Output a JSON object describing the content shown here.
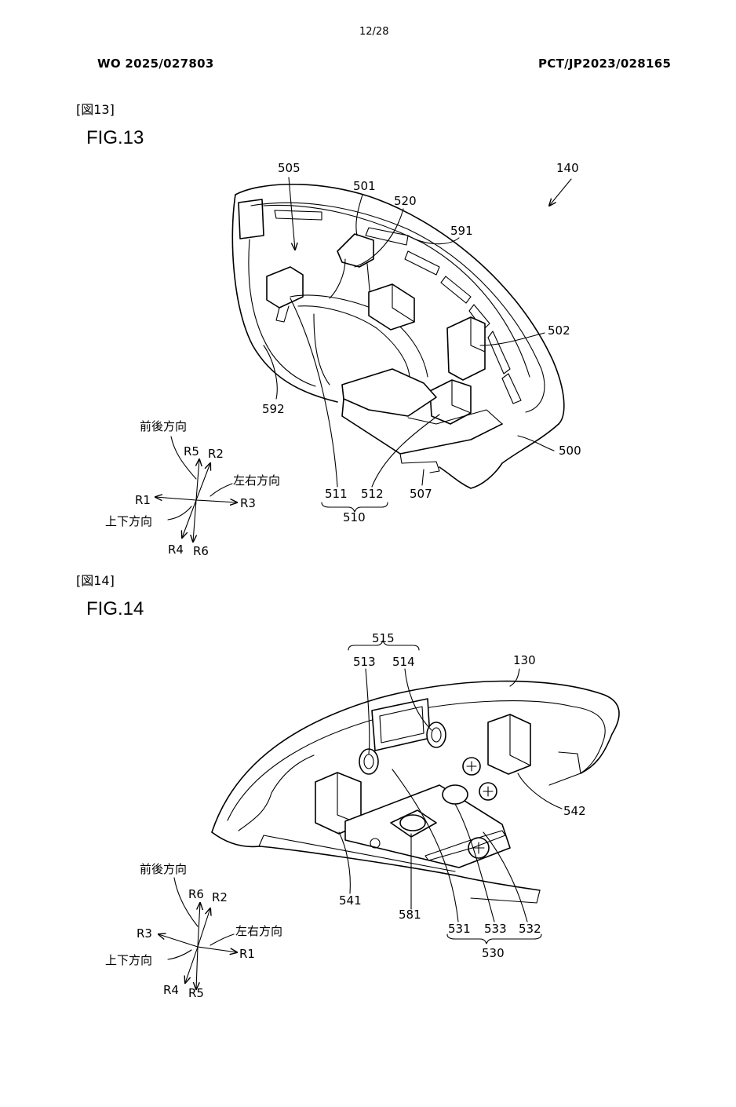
{
  "header": {
    "page_number": "12/28",
    "pub_number": "WO 2025/027803",
    "app_number": "PCT/JP2023/028165"
  },
  "fig13": {
    "tag": "[図13]",
    "title": "FIG.13",
    "labels": {
      "l140": "140",
      "l505": "505",
      "l501": "501",
      "l520": "520",
      "l591": "591",
      "l502": "502",
      "l592": "592",
      "l500": "500",
      "l511": "511",
      "l512": "512",
      "l507": "507",
      "l510": "510"
    },
    "axes": {
      "front_back": "前後方向",
      "left_right": "左右方向",
      "up_down": "上下方向",
      "r1": "R1",
      "r2": "R2",
      "r3": "R3",
      "r4": "R4",
      "r5": "R5",
      "r6": "R6"
    }
  },
  "fig14": {
    "tag": "[図14]",
    "title": "FIG.14",
    "labels": {
      "l515": "515",
      "l513": "513",
      "l514": "514",
      "l130": "130",
      "l542": "542",
      "l541": "541",
      "l581": "581",
      "l531": "531",
      "l533": "533",
      "l532": "532",
      "l530": "530"
    },
    "axes": {
      "front_back": "前後方向",
      "left_right": "左右方向",
      "up_down": "上下方向",
      "r1": "R1",
      "r2": "R2",
      "r3": "R3",
      "r4": "R4",
      "r5": "R5",
      "r6": "R6"
    }
  }
}
